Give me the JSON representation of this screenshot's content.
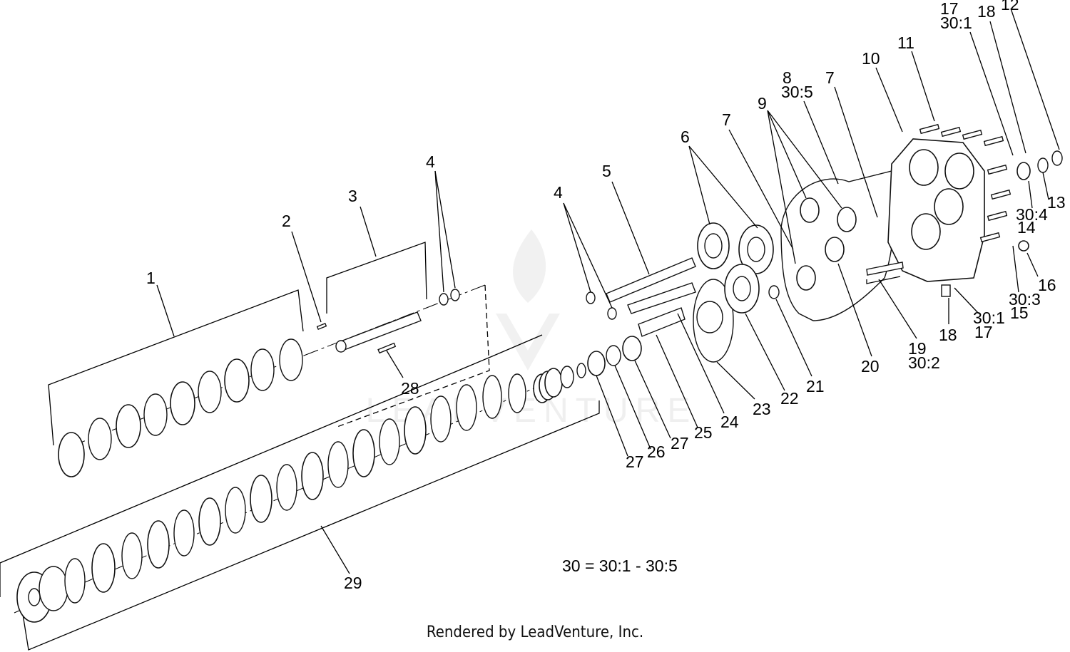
{
  "callouts": [
    "1",
    "2",
    "3",
    "4",
    "4",
    "5",
    "6",
    "7",
    "7",
    "8",
    "30:5",
    "9",
    "10",
    "11",
    "17",
    "30:1",
    "18",
    "12",
    "13",
    "30:4",
    "14",
    "16",
    "30:3",
    "15",
    "30:1",
    "17",
    "18",
    "19",
    "30:2",
    "20",
    "21",
    "22",
    "23",
    "24",
    "25",
    "27",
    "26",
    "27",
    "28",
    "29"
  ],
  "legend": "30 = 30:1 - 30:5",
  "watermark": {
    "text": "LEADVENTURE",
    "logo": "leadventure-flame-logo"
  },
  "footer": "Rendered by LeadVenture, Inc."
}
